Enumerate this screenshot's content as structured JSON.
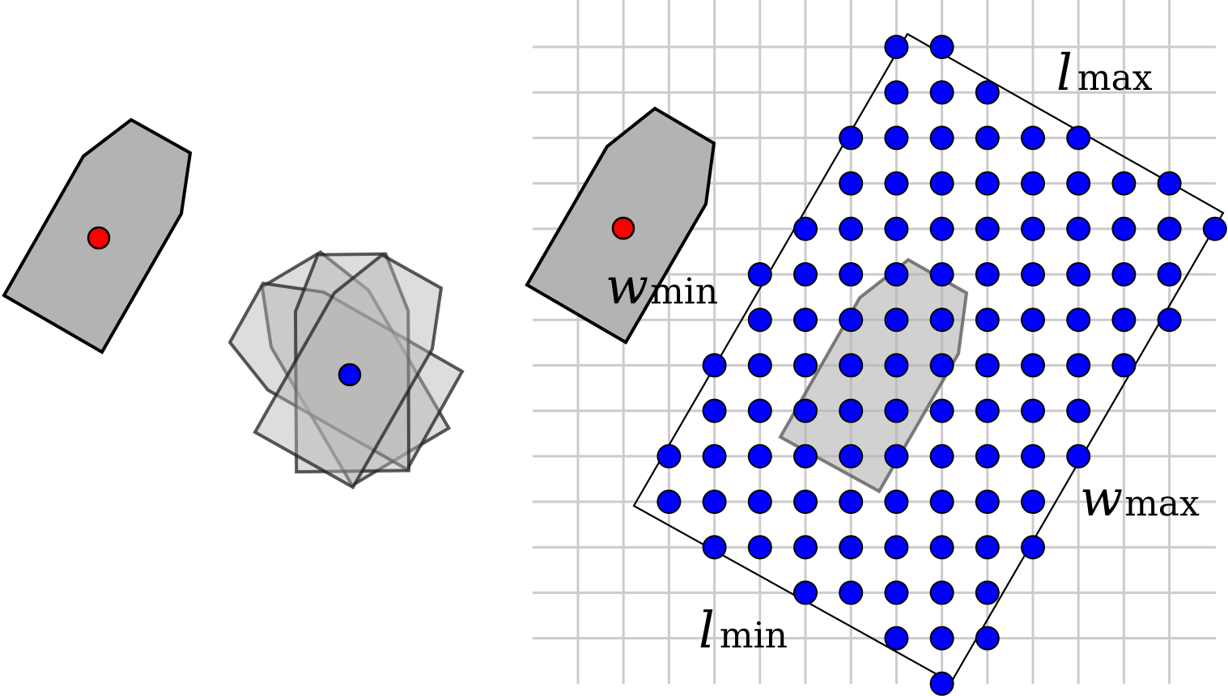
{
  "labels": {
    "l_max": {
      "main": "l",
      "sub": "max"
    },
    "w_min": {
      "main": "w",
      "sub": "min"
    },
    "w_max": {
      "main": "w",
      "sub": "max"
    },
    "l_min": {
      "main": "l",
      "sub": "min"
    }
  },
  "colors": {
    "shape_fill": "#b3b3b3",
    "shape_stroke": "#000000",
    "reference_point": "#ff0000",
    "grid_point": "#0000ff",
    "grid_line": "#cccccc",
    "background": "#ffffff"
  }
}
